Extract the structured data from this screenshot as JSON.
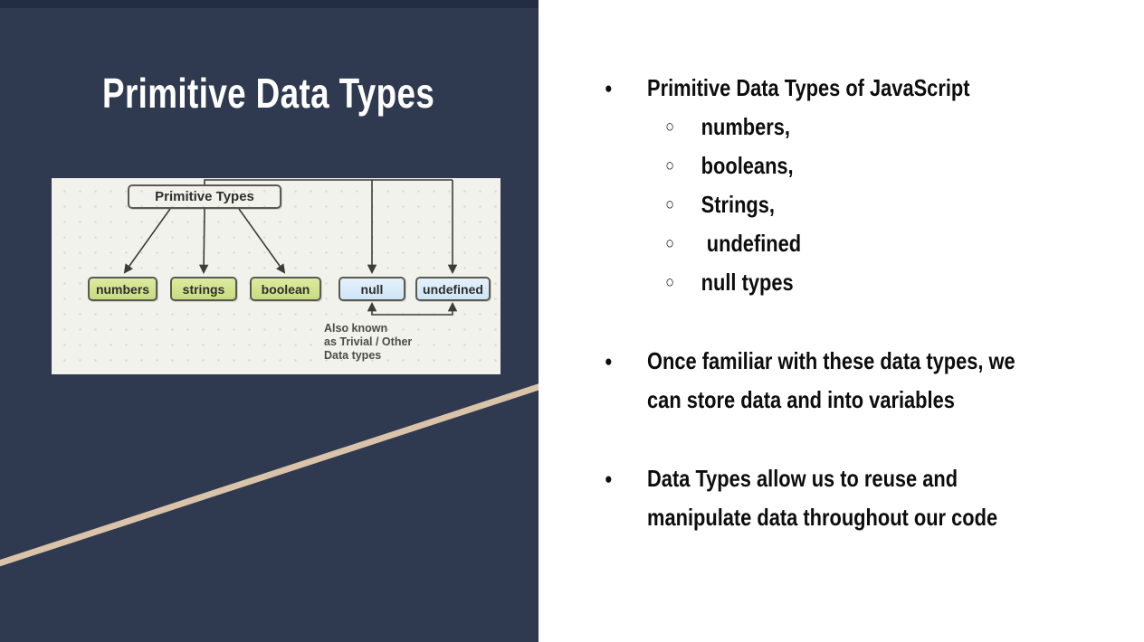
{
  "glyphs": {
    "bullet": "●",
    "sub_bullet": "○"
  },
  "slide": {
    "title": "Primitive Data Types",
    "bullets": [
      {
        "text": "Primitive Data Types of JavaScript",
        "sub": [
          "numbers,",
          "booleans,",
          "Strings,",
          " undefined",
          "null types"
        ]
      },
      {
        "text": "Once familiar with these data types, we can store data and into variables",
        "sub": []
      },
      {
        "text": "Data Types allow us to reuse and manipulate data throughout our code",
        "sub": []
      }
    ]
  },
  "diagram": {
    "root": "Primitive Types",
    "nodes": [
      {
        "label": "numbers",
        "kind": "green"
      },
      {
        "label": "strings",
        "kind": "green"
      },
      {
        "label": "boolean",
        "kind": "green"
      },
      {
        "label": "null",
        "kind": "blue"
      },
      {
        "label": "undefined",
        "kind": "blue"
      }
    ],
    "annotation_lines": [
      "Also known",
      "as Trivial / Other",
      "Data types"
    ]
  },
  "colors": {
    "panel_navy": "#2f3a50",
    "accent_tan": "#d9c3a9",
    "green_node": "#cde18c",
    "blue_node": "#d7eafa",
    "text_black": "#0d0d0d",
    "title_white": "#ffffff"
  }
}
